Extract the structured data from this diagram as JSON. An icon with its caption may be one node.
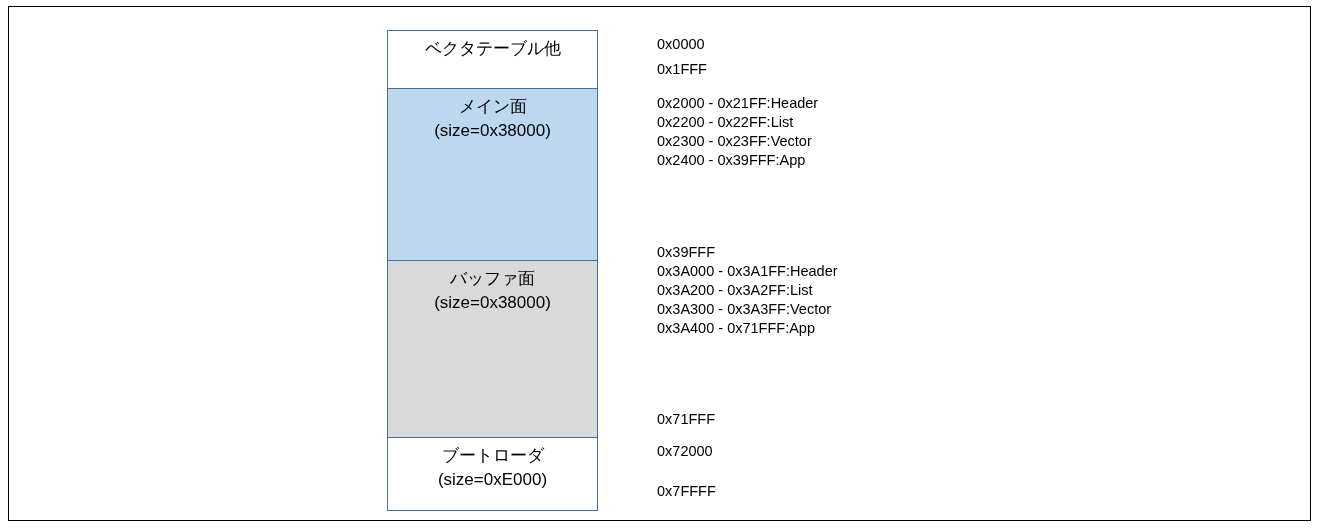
{
  "diagram": {
    "nodes": [
      {
        "text": [
          "ベクタテーブル他"
        ],
        "beside": [
          "0x0000",
          "0x1FFF"
        ]
      },
      {
        "text": [
          "メイン面 (size=0x38000)"
        ],
        "beside": [
          "0x2000 - 0x21FF:Header",
          "0x2200 - 0x22FF:List",
          "0x2300 - 0x23FF:Vector",
          "0x2400 - 0x39FFF:App"
        ]
      },
      {
        "text": [
          "バッファ面 (size=0x38000)"
        ],
        "beside": [
          "0x3A000 - 0x3A1FF:Header",
          "0x3A200 - 0x3A2FF:List",
          "0x3A300 - 0x3A3FF:Vector",
          "0x3A400 - 0x71FFF:App"
        ]
      },
      {
        "text": [
          "ブートローダ (size=0xE000)"
        ],
        "beside": [
          "0x72000",
          "0x7FFFF"
        ]
      }
    ],
    "labels": [
      "0x39FFF",
      "0x71FFF"
    ]
  }
}
